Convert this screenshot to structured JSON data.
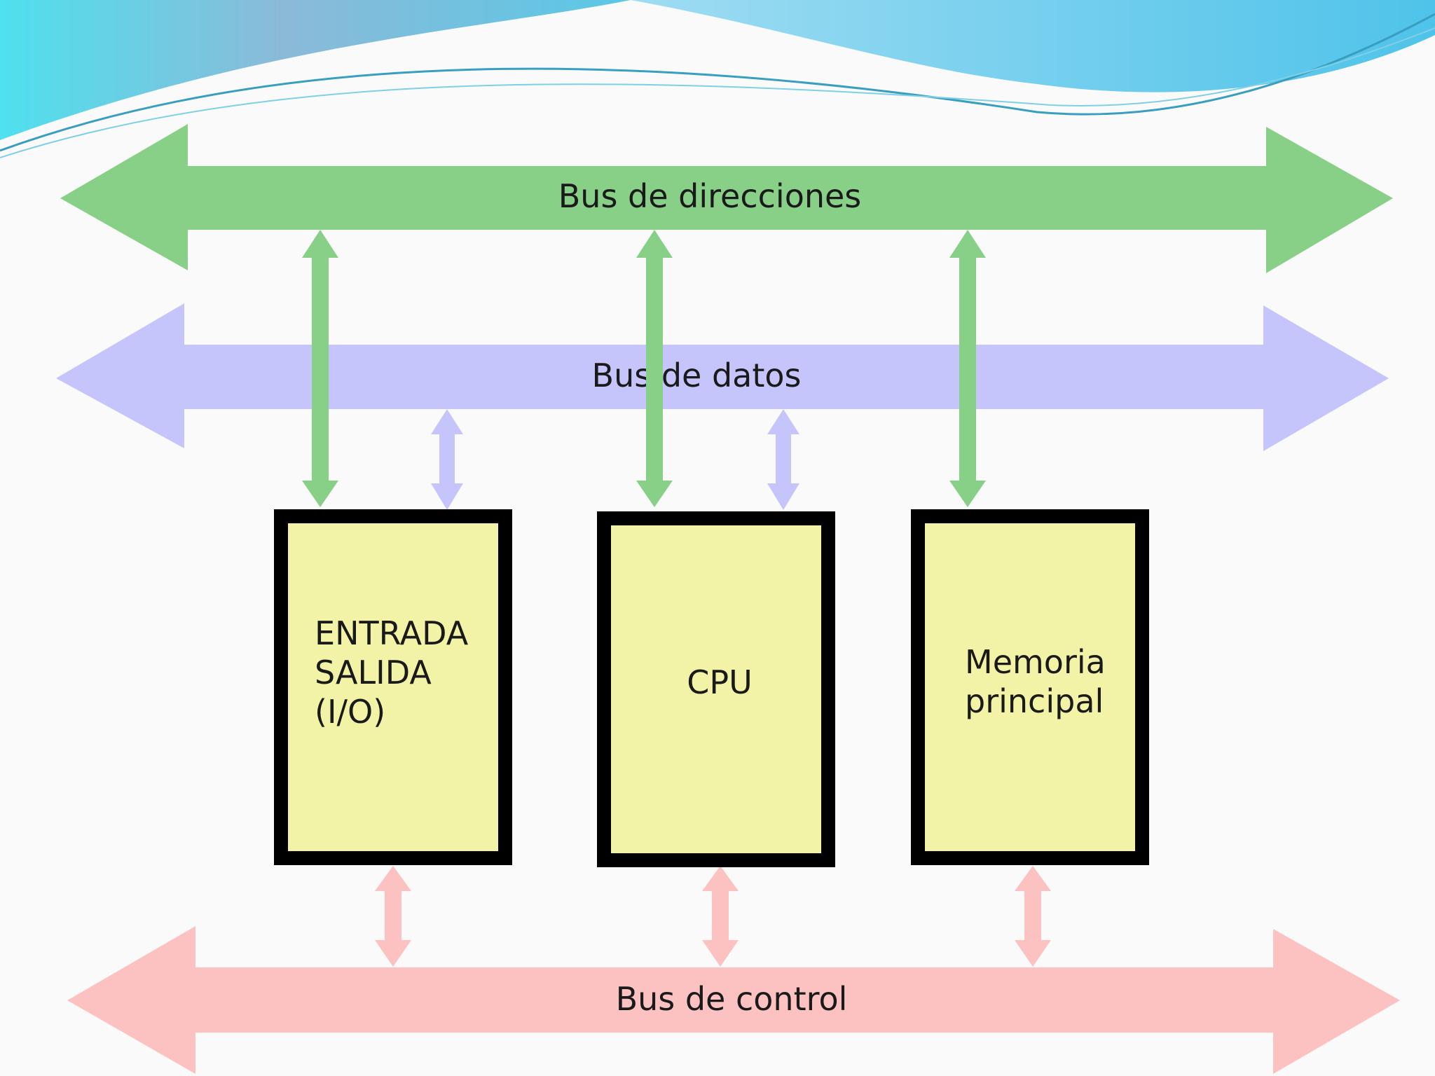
{
  "buses": {
    "address": {
      "label": "Bus de direcciones",
      "color": "#88cf88"
    },
    "data": {
      "label": "Bus de datos",
      "color": "#c5c5fb"
    },
    "control": {
      "label": "Bus de control",
      "color": "#fcc2c2"
    }
  },
  "components": {
    "io": {
      "lines": [
        "ENTRADA",
        "SALIDA",
        "(I/O)"
      ]
    },
    "cpu": {
      "lines": [
        "CPU"
      ]
    },
    "memory": {
      "lines": [
        "Memoria",
        "principal"
      ]
    },
    "fill_color": "#f3f3a8",
    "border_color": "#000000"
  },
  "header": {
    "colors": [
      "#3fd8e8",
      "#8fb7dd",
      "#aee6ef"
    ]
  }
}
